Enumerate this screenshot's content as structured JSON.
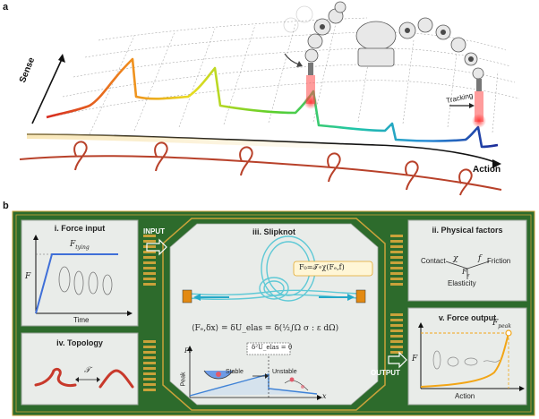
{
  "panel_a": {
    "letter": "a",
    "y_axis_label": "Sense",
    "x_axis_label": "Action",
    "tracking_label": "Tracking"
  },
  "panel_b": {
    "letter": "b",
    "input_label": "INPUT",
    "output_label": "OUTPUT",
    "force_input": {
      "title": "i. Force input",
      "y_label": "F",
      "x_label": "Time",
      "level_label": "F",
      "level_subscript": "tying"
    },
    "physical_factors": {
      "title": "ii. Physical factors",
      "contact": "Contact",
      "chi": "χ",
      "f": "f",
      "friction": "Friction",
      "fe": "F",
      "fe_sub": "e",
      "elasticity": "Elasticity"
    },
    "slipknot": {
      "title": "iii. Slipknot",
      "formula_box": "F₀=𝒯∘χ(Fₑ,f)",
      "variational": "⟨Fₑ,δx⟩ = δU_elas = δ(½∫Ω σ : ε dΩ)",
      "second_variation": "δ²U_elas = 0",
      "inset_y": "F₀",
      "inset_peak": "Peak",
      "stable": "Stable",
      "unstable": "Unstable",
      "inset_x": "x"
    },
    "topology": {
      "title": "iv. Topology",
      "operator": "𝒯"
    },
    "force_output": {
      "title": "v. Force output",
      "y_label": "F",
      "x_label": "Action",
      "peak_label": "F",
      "peak_sub": "peak"
    }
  },
  "colors": {
    "board_green": "#2d6b2c",
    "trace_gold": "#c9a23a",
    "box_fill": "#e9ece9",
    "rope_red": "#b8412a",
    "input_blue": "#3f6fd8",
    "output_orange": "#f2a516"
  }
}
